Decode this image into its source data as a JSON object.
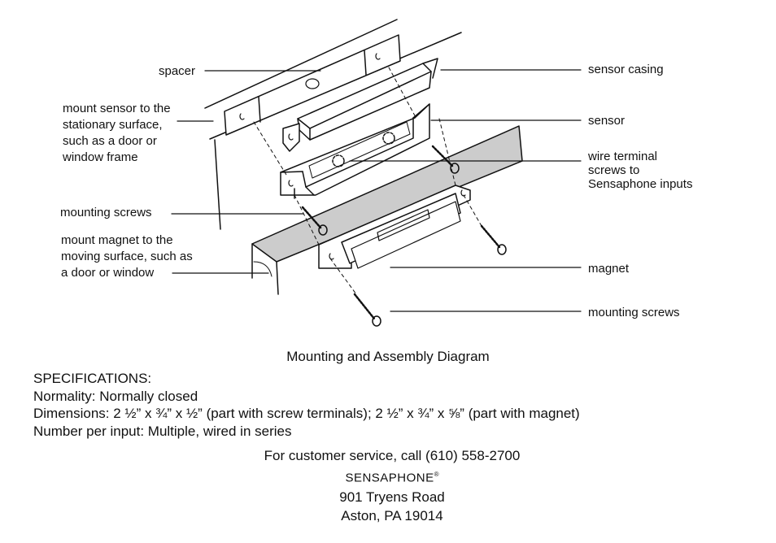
{
  "diagram": {
    "labels": {
      "spacer": "spacer",
      "sensor_casing": "sensor casing",
      "mount_sensor": [
        "mount sensor to the",
        "stationary surface,",
        "such as a door or",
        "window frame"
      ],
      "sensor": "sensor",
      "wire_terminal": [
        "wire terminal",
        "screws to",
        "Sensaphone inputs"
      ],
      "mounting_screws_left": "mounting screws",
      "mount_magnet": [
        "mount magnet to the",
        "moving surface, such as",
        "a door or window"
      ],
      "magnet": "magnet",
      "mounting_screws_right": "mounting screws"
    },
    "caption": "Mounting and Assembly Diagram"
  },
  "specs": {
    "heading": "SPECIFICATIONS:",
    "normality": "Normality: Normally closed",
    "dimensions": "Dimensions: 2 ½” x ¾” x ½” (part with screw terminals); 2 ½” x ¾” x ⅝” (part with magnet)",
    "number": "Number per input: Multiple, wired in series"
  },
  "contact": {
    "service": "For customer service, call (610) 558-2700",
    "company": "SENSAPHONE",
    "company_mark": "®",
    "street": "901 Tryens Road",
    "city": "Aston, PA 19014"
  }
}
